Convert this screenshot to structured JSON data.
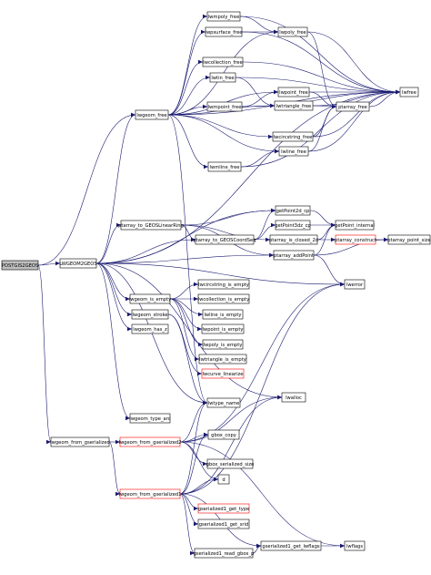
{
  "graph": {
    "root": "POSTGIS2GEOS",
    "colors": {
      "edge": "#191970",
      "node_border": "#000000",
      "root_fill": "#bfbfbf",
      "highlight_border": "#ff0000"
    },
    "nodes": [
      {
        "id": "root",
        "label": "POSTGIS2GEOS"
      },
      {
        "id": "lwgeom_free",
        "label": "lwgeom_free"
      },
      {
        "id": "LWGEOM2GEOS",
        "label": "LWGEOM2GEOS"
      },
      {
        "id": "lwgeom_from_gserialized",
        "label": "lwgeom_from_gserialized"
      },
      {
        "id": "lwmpoly_free",
        "label": "lwmpoly_free"
      },
      {
        "id": "lwpsurface_free",
        "label": "lwpsurface_free"
      },
      {
        "id": "lwpoly_free",
        "label": "lwpoly_free"
      },
      {
        "id": "lwcollection_free",
        "label": "lwcollection_free"
      },
      {
        "id": "lwtin_free",
        "label": "lwtin_free"
      },
      {
        "id": "lwpoint_free",
        "label": "lwpoint_free"
      },
      {
        "id": "lwmpoint_free",
        "label": "lwmpoint_free"
      },
      {
        "id": "lwtriangle_free",
        "label": "lwtriangle_free"
      },
      {
        "id": "ptarray_free",
        "label": "ptarray_free"
      },
      {
        "id": "lwcircstring_free",
        "label": "lwcircstring_free"
      },
      {
        "id": "lwline_free",
        "label": "lwline_free"
      },
      {
        "id": "lwmline_free",
        "label": "lwmline_free"
      },
      {
        "id": "lwfree",
        "label": "lwfree"
      },
      {
        "id": "getPoint2d_cp",
        "label": "getPoint2d_cp"
      },
      {
        "id": "getPoint3dz_cp",
        "label": "getPoint3dz_cp"
      },
      {
        "id": "getPoint_internal",
        "label": "getPoint_internal"
      },
      {
        "id": "ptarray_to_GEOSLinearRing",
        "label": "ptarray_to_GEOSLinearRing"
      },
      {
        "id": "ptarray_to_GEOSCoordSeq",
        "label": "ptarray_to_GEOSCoordSeq"
      },
      {
        "id": "ptarray_is_closed_2d",
        "label": "ptarray_is_closed_2d"
      },
      {
        "id": "ptarray_construct",
        "label": "ptarray_construct"
      },
      {
        "id": "ptarray_point_size",
        "label": "ptarray_point_size"
      },
      {
        "id": "ptarray_addPoint",
        "label": "ptarray_addPoint"
      },
      {
        "id": "lwerror",
        "label": "lwerror"
      },
      {
        "id": "lwgeom_is_empty",
        "label": "lwgeom_is_empty"
      },
      {
        "id": "lwcircstring_is_empty",
        "label": "lwcircstring_is_empty"
      },
      {
        "id": "lwcollection_is_empty",
        "label": "lwcollection_is_empty"
      },
      {
        "id": "lwline_is_empty",
        "label": "lwline_is_empty"
      },
      {
        "id": "lwpoint_is_empty",
        "label": "lwpoint_is_empty"
      },
      {
        "id": "lwpoly_is_empty",
        "label": "lwpoly_is_empty"
      },
      {
        "id": "lwtriangle_is_empty",
        "label": "lwtriangle_is_empty"
      },
      {
        "id": "lwcurve_linearize",
        "label": "lwcurve_linearize"
      },
      {
        "id": "lwgeom_stroke",
        "label": "lwgeom_stroke"
      },
      {
        "id": "lwgeom_has_z",
        "label": "lwgeom_has_z"
      },
      {
        "id": "lwtype_name",
        "label": "lwtype_name"
      },
      {
        "id": "lwalloc",
        "label": "lwalloc"
      },
      {
        "id": "lwgeom_type_arc",
        "label": "lwgeom_type_arc"
      },
      {
        "id": "lwgeom_from_gserialized2",
        "label": "lwgeom_from_gserialized2"
      },
      {
        "id": "gbox_copy",
        "label": "gbox_copy"
      },
      {
        "id": "gbox_serialized_size",
        "label": "gbox_serialized_size"
      },
      {
        "id": "lwgeom_from_gserialized1",
        "label": "lwgeom_from_gserialized1"
      },
      {
        "id": "gserialized1_get_type",
        "label": "gserialized1_get_type"
      },
      {
        "id": "gserialized1_get_srid",
        "label": "gserialized1_get_srid"
      },
      {
        "id": "gserialized1_read_gbox_p",
        "label": "gserialized1_read_gbox_p"
      },
      {
        "id": "gserialized1_get_lwflags",
        "label": "gserialized1_get_lwflags"
      },
      {
        "id": "lwflags",
        "label": "lwflags"
      }
    ]
  }
}
